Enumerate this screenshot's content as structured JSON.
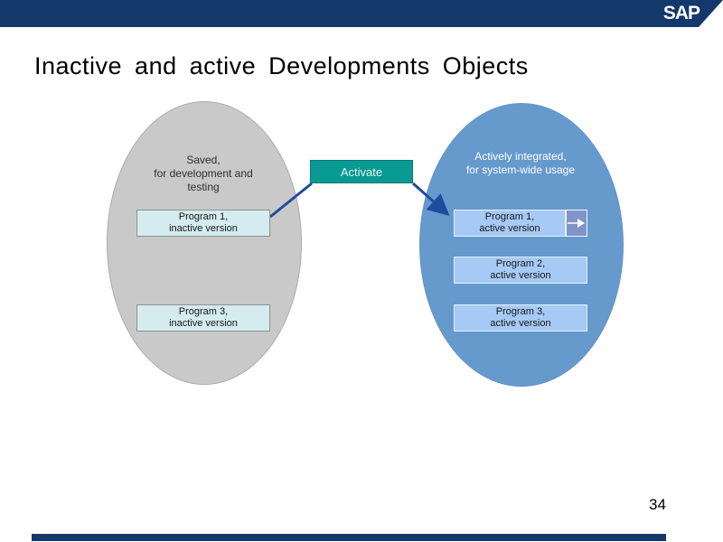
{
  "brand": {
    "logo_text": "SAP"
  },
  "slide": {
    "title": "Inactive and active Developments Objects",
    "page_number": "34"
  },
  "diagram": {
    "inactive_group": {
      "label_line1": "Saved,",
      "label_line2": "for development and",
      "label_line3": "testing",
      "box1_line1": "Program 1,",
      "box1_line2": "inactive version",
      "box2_line1": "Program 3,",
      "box2_line2": "inactive version"
    },
    "activate": {
      "label": "Activate"
    },
    "active_group": {
      "label_line1": "Actively integrated,",
      "label_line2": "for system-wide usage",
      "box1_line1": "Program 1,",
      "box1_line2": "active version",
      "box2_line1": "Program 2,",
      "box2_line2": "active version",
      "box3_line1": "Program 3,",
      "box3_line2": "active version"
    }
  },
  "colors": {
    "header_bar": "#14386B",
    "footer_bar": "#14386B",
    "inactive_ellipse": "#C9C9C9",
    "inactive_box": "#D4ECEF",
    "active_ellipse": "#6699CC",
    "active_box": "#A6CAF5",
    "arrow_tag": "#8094C6",
    "activate_button": "#099A93",
    "arrow": "#1F4BA0"
  }
}
